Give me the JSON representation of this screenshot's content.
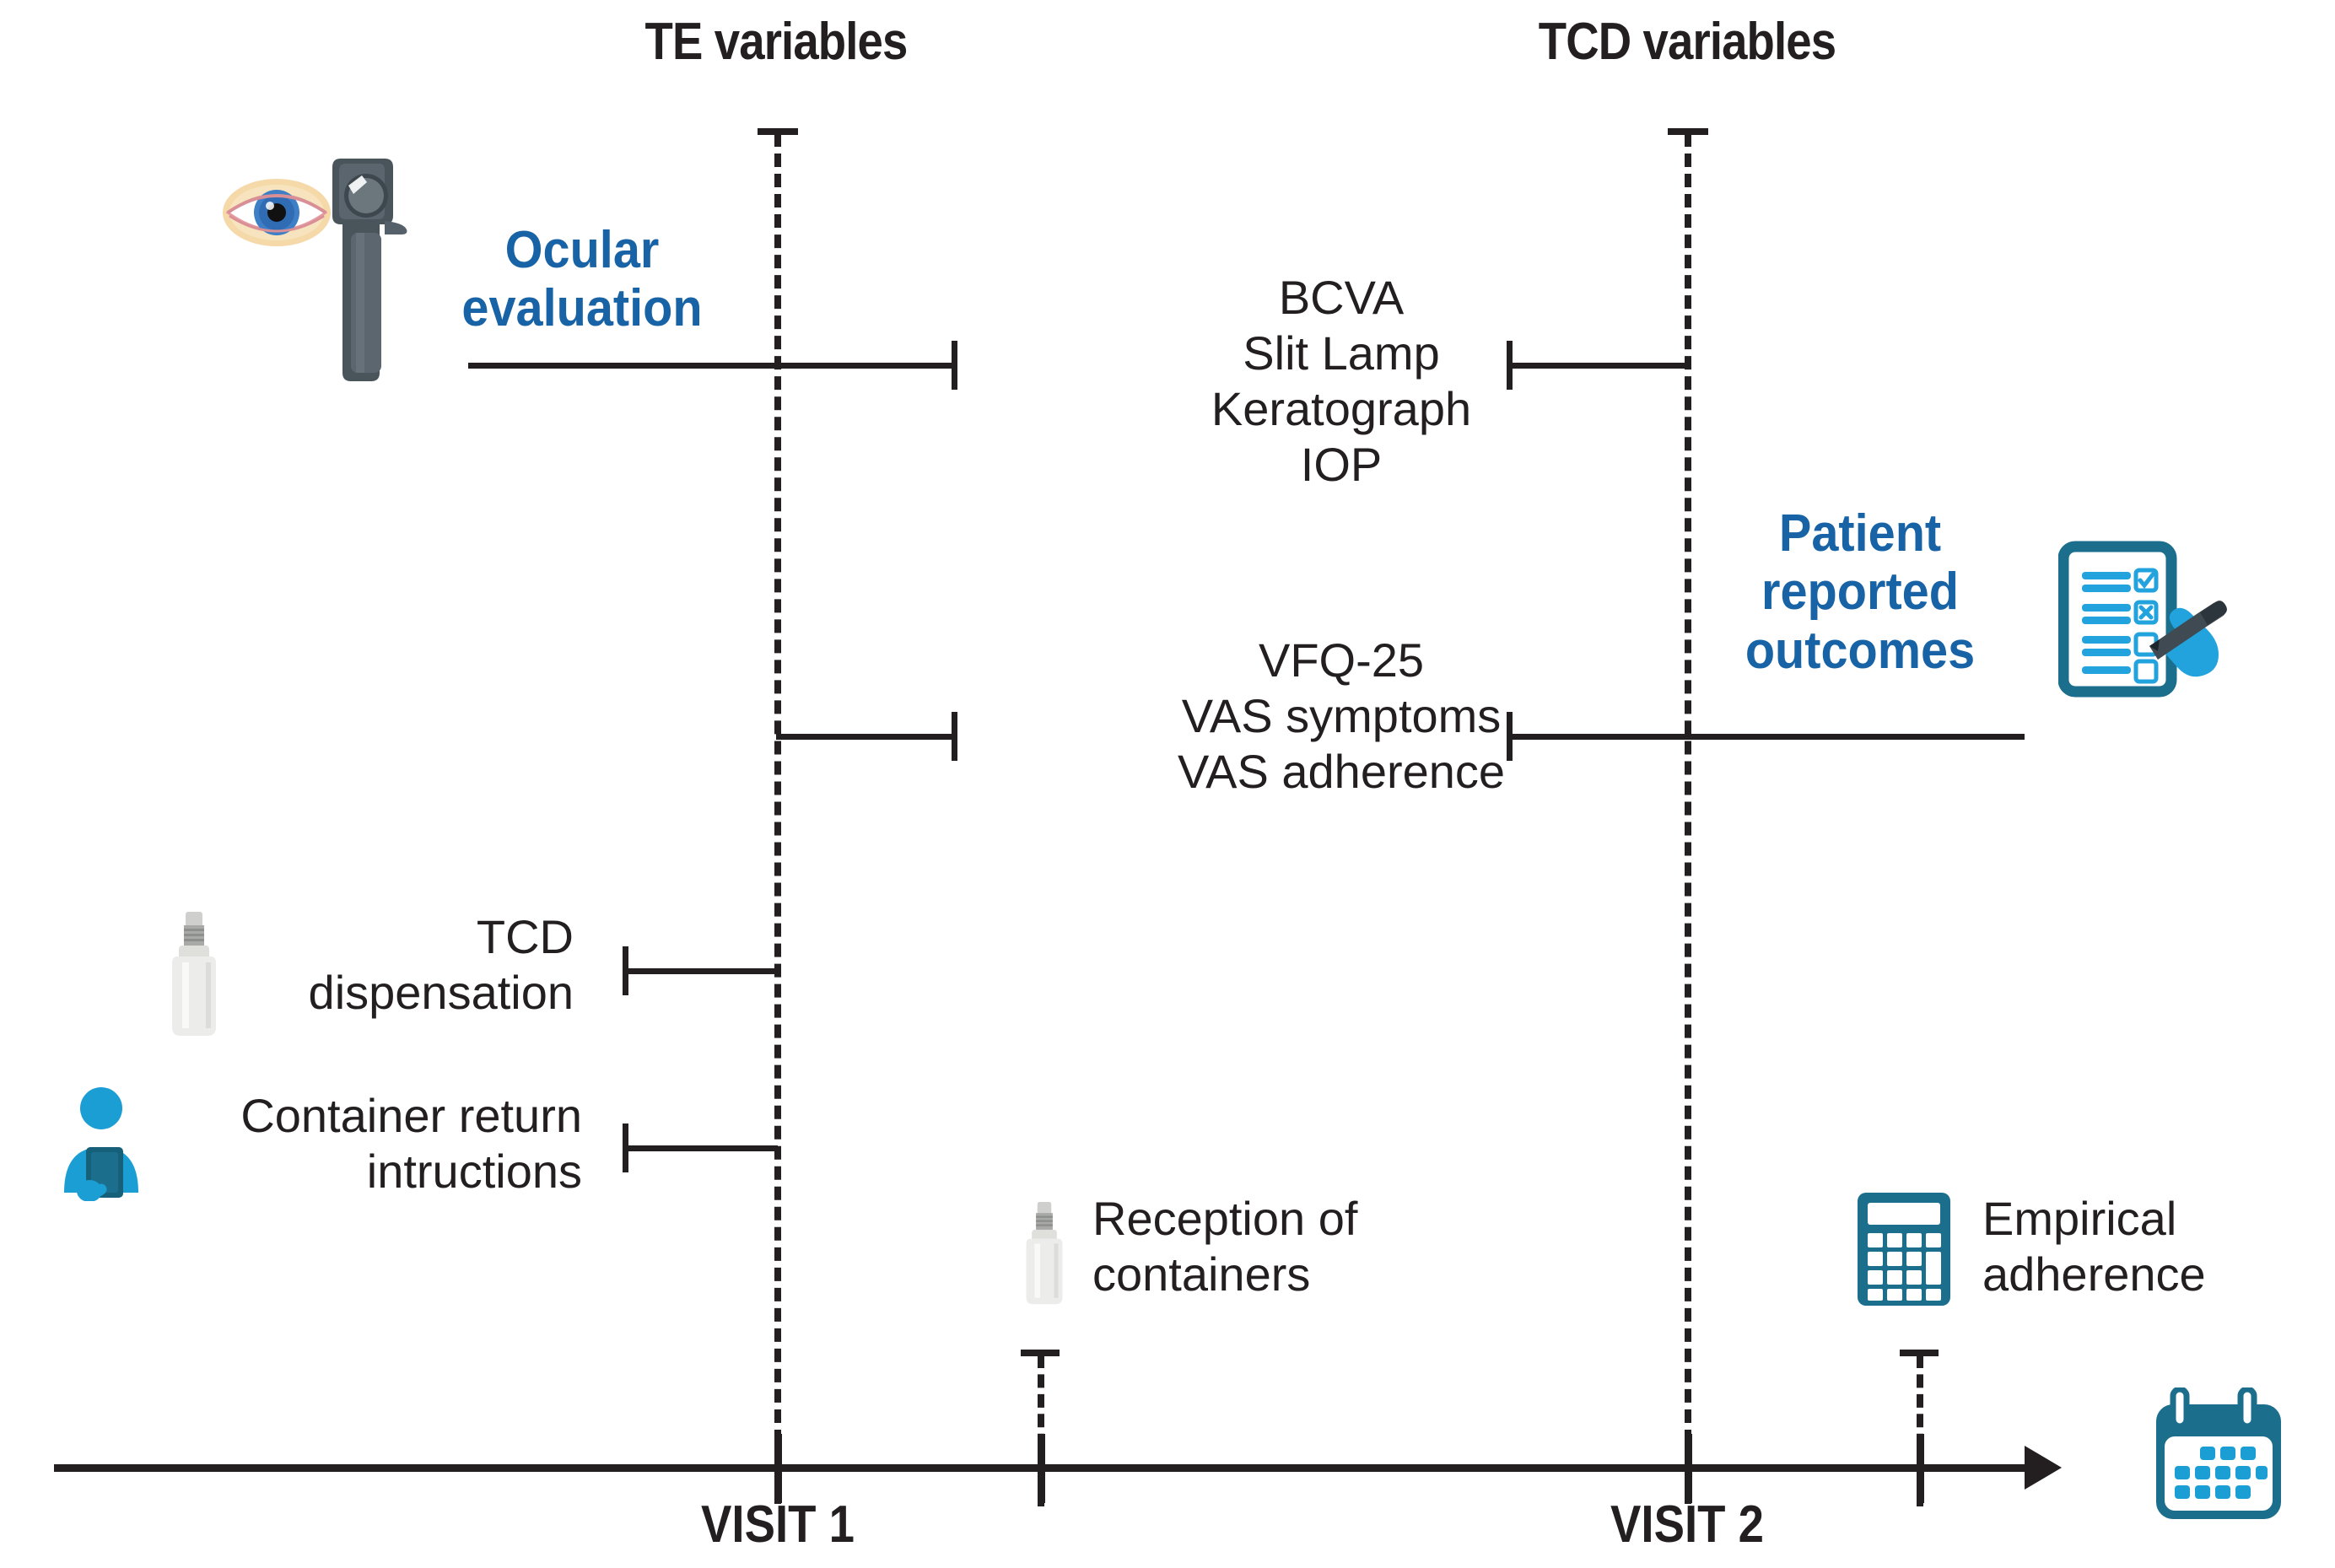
{
  "diagram": {
    "title_te": "TE variables",
    "title_tcd": "TCD variables",
    "axis_labels": {
      "visit1": "VISIT 1",
      "visit2": "VISIT 2"
    },
    "rows": [
      {
        "id": "ocular-evaluation",
        "left_label": "Ocular\nevaluation",
        "left_style": "blue",
        "center_items": "BCVA\nSlit Lamp\nKeratograph\nIOP",
        "right_label": "",
        "icons": [
          "eye-icon",
          "ophthalmoscope-icon"
        ]
      },
      {
        "id": "patient-reported-outcomes",
        "left_label": "",
        "center_items": "VFQ-25\nVAS symptoms\nVAS adherence",
        "right_label": "Patient\nreported\noutcomes",
        "right_style": "blue",
        "icons": [
          "clipboard-survey-icon"
        ]
      },
      {
        "id": "tcd-dispensation",
        "left_label": "TCD\ndispensation",
        "left_style": "plain",
        "icons": [
          "eyedrop-bottle-icon"
        ]
      },
      {
        "id": "container-return",
        "left_label": "Container return\nintructions",
        "left_style": "plain",
        "icons": [
          "person-clipboard-icon"
        ]
      },
      {
        "id": "reception-of-containers",
        "center_label": "Reception of\ncontainers",
        "icons": [
          "eyedrop-bottle-icon"
        ]
      },
      {
        "id": "empirical-adherence",
        "right_label": "Empirical\nadherence",
        "right_style": "plain",
        "icons": [
          "calculator-icon"
        ]
      }
    ],
    "timeline_icon": "calendar-icon",
    "colors": {
      "ink": "#231f20",
      "blue_text": "#1763a6",
      "teal_dark": "#1b6e8c",
      "cyan": "#22a3dd",
      "bottle_grey": "#d9d9d6"
    }
  }
}
